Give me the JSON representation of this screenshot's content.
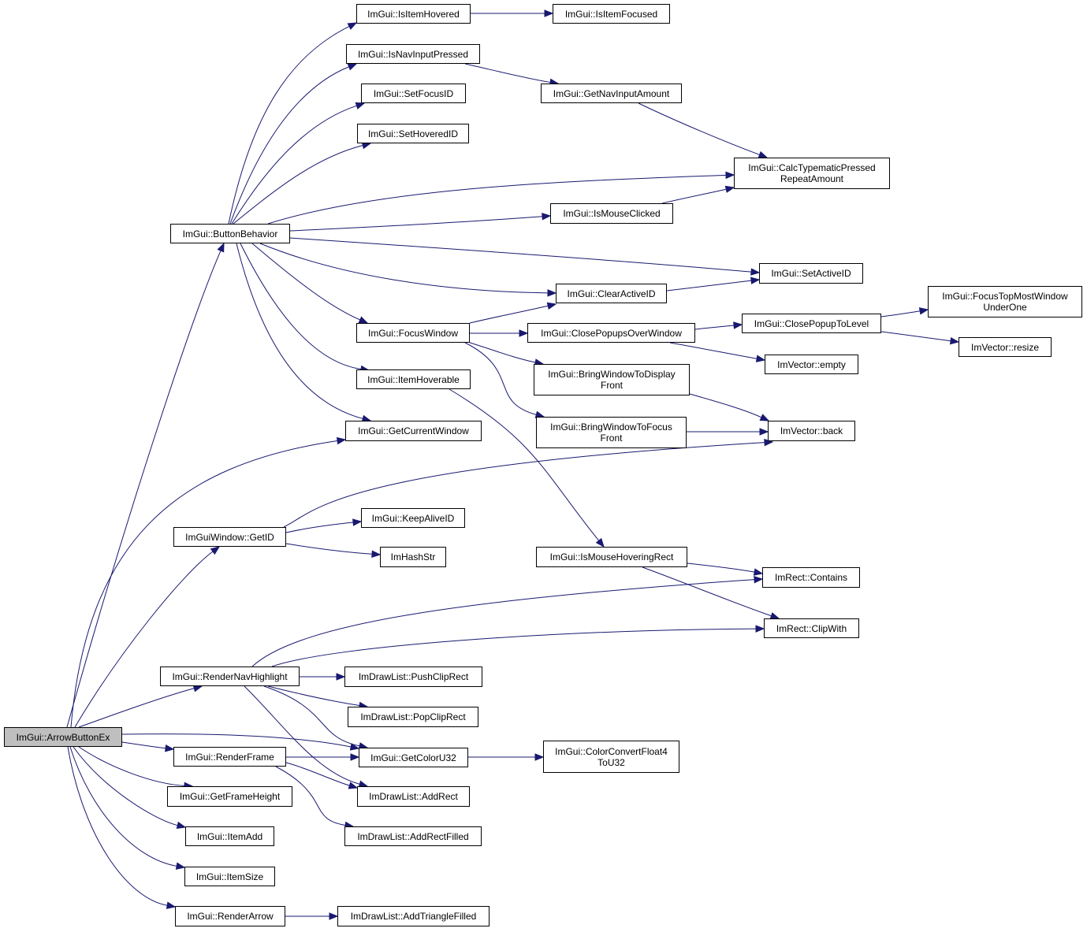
{
  "colors": {
    "edge": "#191970",
    "node_border": "#000000",
    "root_fill": "#bfbfbf",
    "node_fill": "#ffffff"
  },
  "nodes": {
    "ArrowButtonEx": [
      "ImGui::ArrowButtonEx"
    ],
    "ButtonBehavior": [
      "ImGui::ButtonBehavior"
    ],
    "IsItemHovered": [
      "ImGui::IsItemHovered"
    ],
    "IsItemFocused": [
      "ImGui::IsItemFocused"
    ],
    "IsNavInputPressed": [
      "ImGui::IsNavInputPressed"
    ],
    "GetNavInputAmount": [
      "ImGui::GetNavInputAmount"
    ],
    "SetFocusID": [
      "ImGui::SetFocusID"
    ],
    "SetHoveredID": [
      "ImGui::SetHoveredID"
    ],
    "CalcTypematic": [
      "ImGui::CalcTypematicPressed",
      "RepeatAmount"
    ],
    "IsMouseClicked": [
      "ImGui::IsMouseClicked"
    ],
    "SetActiveID": [
      "ImGui::SetActiveID"
    ],
    "ClearActiveID": [
      "ImGui::ClearActiveID"
    ],
    "FocusWindow": [
      "ImGui::FocusWindow"
    ],
    "ClosePopupsOverWindow": [
      "ImGui::ClosePopupsOverWindow"
    ],
    "ClosePopupToLevel": [
      "ImGui::ClosePopupToLevel"
    ],
    "FocusTopMost": [
      "ImGui::FocusTopMostWindow",
      "UnderOne"
    ],
    "Resize": [
      "ImVector::resize"
    ],
    "Empty": [
      "ImVector::empty"
    ],
    "BringDisplay": [
      "ImGui::BringWindowToDisplay",
      "Front"
    ],
    "BringFocus": [
      "ImGui::BringWindowToFocus",
      "Front"
    ],
    "Back": [
      "ImVector::back"
    ],
    "ItemHoverable": [
      "ImGui::ItemHoverable"
    ],
    "GetCurrentWindow": [
      "ImGui::GetCurrentWindow"
    ],
    "GetID": [
      "ImGuiWindow::GetID"
    ],
    "KeepAliveID": [
      "ImGui::KeepAliveID"
    ],
    "ImHashStr": [
      "ImHashStr"
    ],
    "IsMouseHoveringRect": [
      "ImGui::IsMouseHoveringRect"
    ],
    "Contains": [
      "ImRect::Contains"
    ],
    "ClipWith": [
      "ImRect::ClipWith"
    ],
    "RenderNavHighlight": [
      "ImGui::RenderNavHighlight"
    ],
    "PushClipRect": [
      "ImDrawList::PushClipRect"
    ],
    "PopClipRect": [
      "ImDrawList::PopClipRect"
    ],
    "GetColorU32": [
      "ImGui::GetColorU32"
    ],
    "ColorConvert": [
      "ImGui::ColorConvertFloat4",
      "ToU32"
    ],
    "RenderFrame": [
      "ImGui::RenderFrame"
    ],
    "AddRect": [
      "ImDrawList::AddRect"
    ],
    "AddRectFilled": [
      "ImDrawList::AddRectFilled"
    ],
    "GetFrameHeight": [
      "ImGui::GetFrameHeight"
    ],
    "ItemAdd": [
      "ImGui::ItemAdd"
    ],
    "ItemSize": [
      "ImGui::ItemSize"
    ],
    "RenderArrow": [
      "ImGui::RenderArrow"
    ],
    "AddTriangleFilled": [
      "ImDrawList::AddTriangleFilled"
    ]
  },
  "edges": [
    [
      "ArrowButtonEx",
      "ButtonBehavior"
    ],
    [
      "ArrowButtonEx",
      "GetCurrentWindow"
    ],
    [
      "ArrowButtonEx",
      "GetID"
    ],
    [
      "ArrowButtonEx",
      "RenderNavHighlight"
    ],
    [
      "ArrowButtonEx",
      "GetColorU32"
    ],
    [
      "ArrowButtonEx",
      "RenderFrame"
    ],
    [
      "ArrowButtonEx",
      "GetFrameHeight"
    ],
    [
      "ArrowButtonEx",
      "ItemAdd"
    ],
    [
      "ArrowButtonEx",
      "ItemSize"
    ],
    [
      "ArrowButtonEx",
      "RenderArrow"
    ],
    [
      "ButtonBehavior",
      "IsItemHovered"
    ],
    [
      "ButtonBehavior",
      "IsNavInputPressed"
    ],
    [
      "ButtonBehavior",
      "SetFocusID"
    ],
    [
      "ButtonBehavior",
      "SetHoveredID"
    ],
    [
      "ButtonBehavior",
      "CalcTypematic"
    ],
    [
      "ButtonBehavior",
      "IsMouseClicked"
    ],
    [
      "ButtonBehavior",
      "SetActiveID"
    ],
    [
      "ButtonBehavior",
      "ClearActiveID"
    ],
    [
      "ButtonBehavior",
      "FocusWindow"
    ],
    [
      "ButtonBehavior",
      "ItemHoverable"
    ],
    [
      "ButtonBehavior",
      "GetCurrentWindow"
    ],
    [
      "IsItemHovered",
      "IsItemFocused"
    ],
    [
      "IsNavInputPressed",
      "GetNavInputAmount"
    ],
    [
      "GetNavInputAmount",
      "CalcTypematic"
    ],
    [
      "IsMouseClicked",
      "CalcTypematic"
    ],
    [
      "ClearActiveID",
      "SetActiveID"
    ],
    [
      "FocusWindow",
      "ClearActiveID"
    ],
    [
      "FocusWindow",
      "ClosePopupsOverWindow"
    ],
    [
      "FocusWindow",
      "BringDisplay"
    ],
    [
      "FocusWindow",
      "BringFocus"
    ],
    [
      "ClosePopupsOverWindow",
      "ClosePopupToLevel"
    ],
    [
      "ClosePopupsOverWindow",
      "Empty"
    ],
    [
      "ClosePopupToLevel",
      "FocusTopMost"
    ],
    [
      "ClosePopupToLevel",
      "Resize"
    ],
    [
      "BringDisplay",
      "Back"
    ],
    [
      "BringFocus",
      "Back"
    ],
    [
      "ItemHoverable",
      "IsMouseHoveringRect"
    ],
    [
      "GetID",
      "Back"
    ],
    [
      "GetID",
      "KeepAliveID"
    ],
    [
      "GetID",
      "ImHashStr"
    ],
    [
      "IsMouseHoveringRect",
      "Contains"
    ],
    [
      "IsMouseHoveringRect",
      "ClipWith"
    ],
    [
      "RenderNavHighlight",
      "Contains"
    ],
    [
      "RenderNavHighlight",
      "ClipWith"
    ],
    [
      "RenderNavHighlight",
      "PushClipRect"
    ],
    [
      "RenderNavHighlight",
      "PopClipRect"
    ],
    [
      "RenderNavHighlight",
      "GetColorU32"
    ],
    [
      "RenderNavHighlight",
      "AddRect"
    ],
    [
      "GetColorU32",
      "ColorConvert"
    ],
    [
      "RenderFrame",
      "GetColorU32"
    ],
    [
      "RenderFrame",
      "AddRect"
    ],
    [
      "RenderFrame",
      "AddRectFilled"
    ],
    [
      "RenderArrow",
      "AddTriangleFilled"
    ]
  ]
}
